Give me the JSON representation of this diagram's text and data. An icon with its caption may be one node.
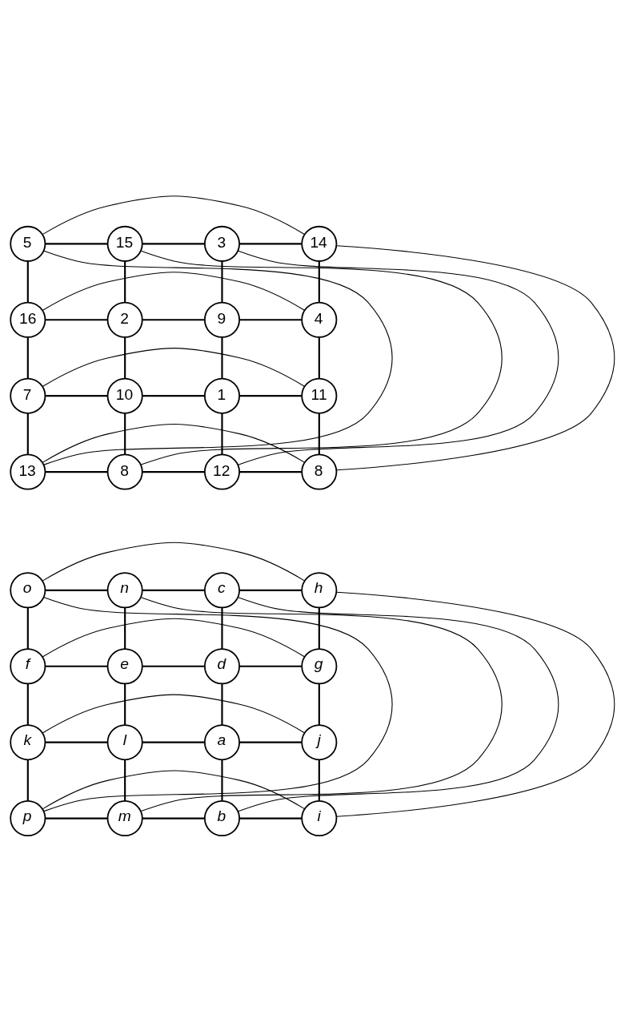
{
  "diagram": {
    "nodes": [
      {
        "text": [
          "5"
        ]
      },
      {
        "text": [
          "15"
        ]
      },
      {
        "text": [
          "3"
        ]
      },
      {
        "text": [
          "14"
        ]
      },
      {
        "text": [
          "16"
        ]
      },
      {
        "text": [
          "2"
        ]
      },
      {
        "text": [
          "9"
        ]
      },
      {
        "text": [
          "4"
        ]
      },
      {
        "text": [
          "7"
        ]
      },
      {
        "text": [
          "10"
        ]
      },
      {
        "text": [
          "1"
        ]
      },
      {
        "text": [
          "11"
        ]
      },
      {
        "text": [
          "13"
        ]
      },
      {
        "text": [
          "8"
        ]
      },
      {
        "text": [
          "12"
        ]
      },
      {
        "text": [
          "8"
        ]
      },
      {
        "text": [
          "o"
        ]
      },
      {
        "text": [
          "n"
        ]
      },
      {
        "text": [
          "c"
        ]
      },
      {
        "text": [
          "h"
        ]
      },
      {
        "text": [
          "f"
        ]
      },
      {
        "text": [
          "e"
        ]
      },
      {
        "text": [
          "d"
        ]
      },
      {
        "text": [
          "g"
        ]
      },
      {
        "text": [
          "k"
        ]
      },
      {
        "text": [
          "l"
        ]
      },
      {
        "text": [
          "a"
        ]
      },
      {
        "text": [
          "j"
        ]
      },
      {
        "text": [
          "p"
        ]
      },
      {
        "text": [
          "m"
        ]
      },
      {
        "text": [
          "b"
        ]
      },
      {
        "text": [
          "i"
        ]
      }
    ],
    "edges": [
      {
        "from": 0,
        "to": 1,
        "arrow": "none"
      },
      {
        "from": 1,
        "to": 2,
        "arrow": "none"
      },
      {
        "from": 2,
        "to": 3,
        "arrow": "none"
      },
      {
        "from": 4,
        "to": 5,
        "arrow": "none"
      },
      {
        "from": 5,
        "to": 6,
        "arrow": "none"
      },
      {
        "from": 6,
        "to": 7,
        "arrow": "none"
      },
      {
        "from": 8,
        "to": 9,
        "arrow": "none"
      },
      {
        "from": 9,
        "to": 10,
        "arrow": "none"
      },
      {
        "from": 10,
        "to": 11,
        "arrow": "none"
      },
      {
        "from": 12,
        "to": 13,
        "arrow": "none"
      },
      {
        "from": 13,
        "to": 14,
        "arrow": "none"
      },
      {
        "from": 14,
        "to": 15,
        "arrow": "none"
      },
      {
        "from": 0,
        "to": 4,
        "arrow": "none"
      },
      {
        "from": 4,
        "to": 8,
        "arrow": "none"
      },
      {
        "from": 8,
        "to": 12,
        "arrow": "none"
      },
      {
        "from": 1,
        "to": 5,
        "arrow": "none"
      },
      {
        "from": 5,
        "to": 9,
        "arrow": "none"
      },
      {
        "from": 9,
        "to": 13,
        "arrow": "none"
      },
      {
        "from": 2,
        "to": 6,
        "arrow": "none"
      },
      {
        "from": 6,
        "to": 10,
        "arrow": "none"
      },
      {
        "from": 10,
        "to": 14,
        "arrow": "none"
      },
      {
        "from": 3,
        "to": 7,
        "arrow": "none"
      },
      {
        "from": 7,
        "to": 11,
        "arrow": "none"
      },
      {
        "from": 11,
        "to": 15,
        "arrow": "none"
      },
      {
        "from": 1,
        "to": 13,
        "arrow": "none"
      },
      {
        "from": 4,
        "to": 7,
        "arrow": "none"
      },
      {
        "from": 2,
        "to": 14,
        "arrow": "none"
      },
      {
        "from": 0,
        "to": 3,
        "arrow": "none"
      },
      {
        "from": 0,
        "to": 12,
        "arrow": "none"
      },
      {
        "from": 3,
        "to": 15,
        "arrow": "none"
      },
      {
        "from": 8,
        "to": 11,
        "arrow": "none"
      },
      {
        "from": 12,
        "to": 15,
        "arrow": "none"
      },
      {
        "from": 16,
        "to": 17,
        "arrow": "none"
      },
      {
        "from": 17,
        "to": 18,
        "arrow": "none"
      },
      {
        "from": 18,
        "to": 19,
        "arrow": "none"
      },
      {
        "from": 20,
        "to": 21,
        "arrow": "none"
      },
      {
        "from": 21,
        "to": 22,
        "arrow": "none"
      },
      {
        "from": 22,
        "to": 23,
        "arrow": "none"
      },
      {
        "from": 24,
        "to": 25,
        "arrow": "none"
      },
      {
        "from": 25,
        "to": 26,
        "arrow": "none"
      },
      {
        "from": 26,
        "to": 27,
        "arrow": "none"
      },
      {
        "from": 28,
        "to": 29,
        "arrow": "none"
      },
      {
        "from": 29,
        "to": 30,
        "arrow": "none"
      },
      {
        "from": 30,
        "to": 31,
        "arrow": "none"
      },
      {
        "from": 16,
        "to": 20,
        "arrow": "none"
      },
      {
        "from": 20,
        "to": 24,
        "arrow": "none"
      },
      {
        "from": 24,
        "to": 28,
        "arrow": "none"
      },
      {
        "from": 17,
        "to": 21,
        "arrow": "none"
      },
      {
        "from": 21,
        "to": 25,
        "arrow": "none"
      },
      {
        "from": 25,
        "to": 29,
        "arrow": "none"
      },
      {
        "from": 18,
        "to": 22,
        "arrow": "none"
      },
      {
        "from": 22,
        "to": 26,
        "arrow": "none"
      },
      {
        "from": 26,
        "to": 30,
        "arrow": "none"
      },
      {
        "from": 19,
        "to": 23,
        "arrow": "none"
      },
      {
        "from": 23,
        "to": 27,
        "arrow": "none"
      },
      {
        "from": 27,
        "to": 31,
        "arrow": "none"
      },
      {
        "from": 17,
        "to": 29,
        "arrow": "none"
      },
      {
        "from": 20,
        "to": 23,
        "arrow": "none"
      },
      {
        "from": 18,
        "to": 30,
        "arrow": "none"
      },
      {
        "from": 16,
        "to": 19,
        "arrow": "none"
      },
      {
        "from": 16,
        "to": 28,
        "arrow": "none"
      },
      {
        "from": 19,
        "to": 31,
        "arrow": "none"
      },
      {
        "from": 24,
        "to": 27,
        "arrow": "none"
      },
      {
        "from": 28,
        "to": 31,
        "arrow": "none"
      }
    ]
  }
}
